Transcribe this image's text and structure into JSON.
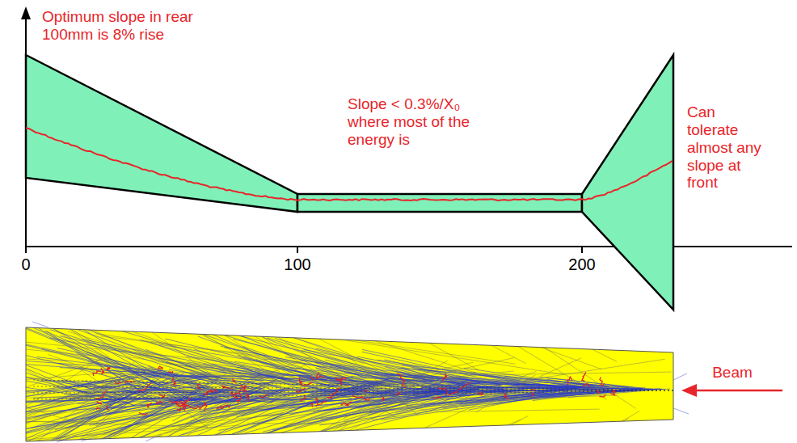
{
  "diagram": {
    "labels": [
      "Optimum slope in rear 100mm is 8% rise",
      "Slope < 0.3%/X₀ where most of the energy is",
      "Can tolerate almost any slope at front",
      "0",
      "100",
      "200",
      "Beam"
    ]
  }
}
